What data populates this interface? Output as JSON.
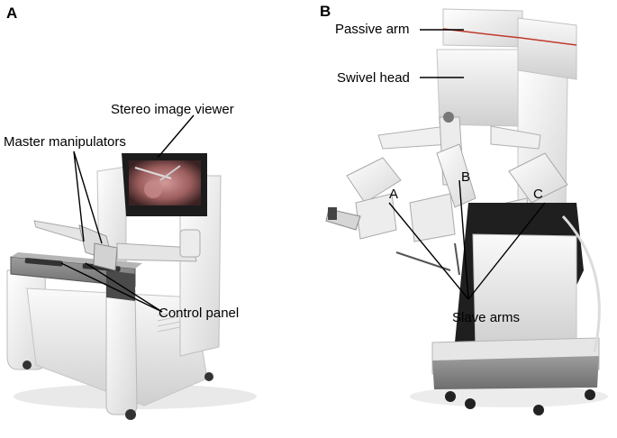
{
  "panels": {
    "a": {
      "letter": "A",
      "labels": {
        "stereo_viewer": "Stereo image viewer",
        "master_manipulators": "Master manipulators",
        "control_panel": "Control panel"
      }
    },
    "b": {
      "letter": "B",
      "labels": {
        "passive_arm": "Passive arm",
        "swivel_head": "Swivel head",
        "slave_arms": "Slave arms"
      },
      "arm_letters": [
        "A",
        "B",
        "C"
      ]
    }
  },
  "colors": {
    "device_white": "#f2f2f2",
    "device_shadow": "#c9c9c9",
    "base_grey": "#8c8c8c",
    "dark": "#2b2b2b",
    "accent_red": "#c0392b",
    "screen": "#2a1d1d",
    "tissue": "#b47a7a"
  }
}
